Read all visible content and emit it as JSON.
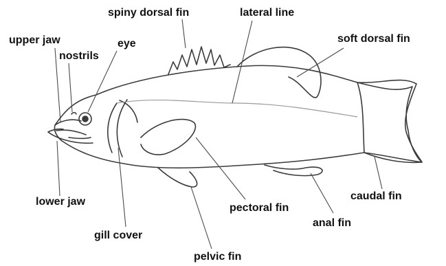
{
  "labels": {
    "spiny_dorsal_fin": "spiny dorsal fin",
    "lateral_line": "lateral line",
    "upper_jaw": "upper jaw",
    "eye": "eye",
    "nostrils": "nostrils",
    "soft_dorsal_fin": "soft dorsal fin",
    "lower_jaw": "lower jaw",
    "caudal_fin": "caudal fin",
    "pectoral_fin": "pectoral fin",
    "gill_cover": "gill cover",
    "anal_fin": "anal fin",
    "pelvic_fin": "pelvic fin"
  },
  "colors": {
    "outline": "#3a3a3a",
    "lateral_line": "#9a9a9a",
    "label_text": "#111111",
    "leader_line": "#4a4a4a"
  }
}
